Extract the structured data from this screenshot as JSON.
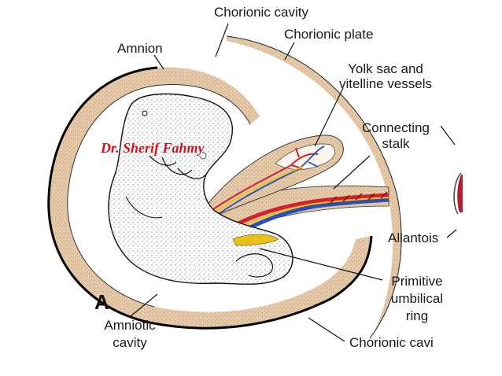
{
  "figure": {
    "panel_letter": "A",
    "watermark": "Dr. Sherif Fahmy",
    "labels": {
      "chorionic_cavity_top": "Chorionic cavity",
      "chorionic_plate": "Chorionic plate",
      "amnion": "Amnion",
      "yolk_sac_line1": "Yolk sac and",
      "yolk_sac_line2": "vitelline vessels",
      "connecting_line1": "Connecting",
      "connecting_line2": "stalk",
      "allantois": "Allantois",
      "primitive_line1": "Primitive",
      "primitive_line2": "umbilical",
      "primitive_line3": "ring",
      "amniotic_line1": "Amniotic",
      "amniotic_line2": "cavity",
      "chorionic_cavity_bottom": "Chorionic cavi"
    }
  },
  "colors": {
    "tissue": "#e6c9a8",
    "artery": "#d4202a",
    "vein": "#2a4fb0",
    "yolk": "#e8c21a"
  }
}
